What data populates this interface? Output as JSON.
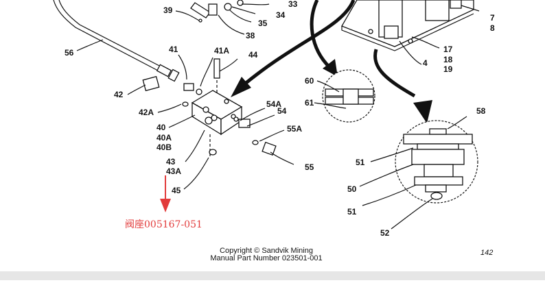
{
  "callouts": {
    "c33": "33",
    "c34": "34",
    "c35": "35",
    "c38": "38",
    "c39": "39",
    "c7": "7",
    "c8": "8",
    "c4": "4",
    "c17": "17",
    "c18": "18",
    "c19": "19",
    "c56": "56",
    "c41": "41",
    "c41a": "41A",
    "c44": "44",
    "c42": "42",
    "c42a": "42A",
    "c40": "40",
    "c40a": "40A",
    "c40b": "40B",
    "c54a": "54A",
    "c54": "54",
    "c55a": "55A",
    "c55": "55",
    "c43": "43",
    "c43a": "43A",
    "c45": "45",
    "c60": "60",
    "c61": "61",
    "c58": "58",
    "c51a": "51",
    "c50": "50",
    "c51b": "51",
    "c52": "52"
  },
  "annotation": {
    "text": "阀座005167-051",
    "color": "#e23b3b"
  },
  "footer": {
    "copyright": "Copyright © Sandvik Mining",
    "manual": "Manual Part Number 023501-001",
    "page_number": "142"
  }
}
